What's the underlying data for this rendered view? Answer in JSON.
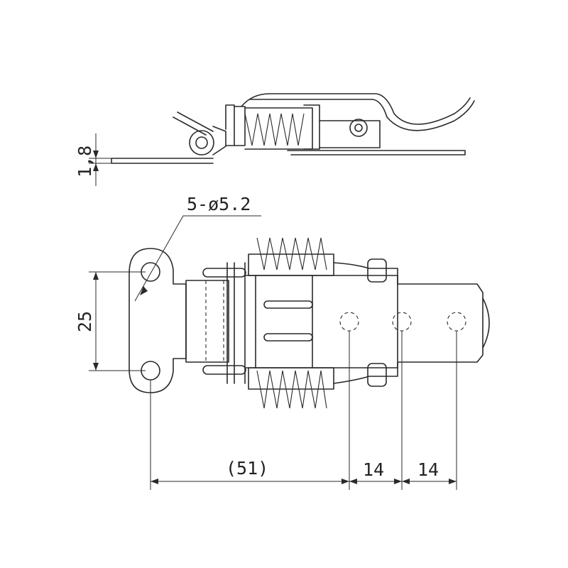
{
  "dimensions": {
    "thickness": "1,8",
    "holes": "5-ø5.2",
    "hole_spacing": "25",
    "base_length": "(51)",
    "pitch_1": "14",
    "pitch_2": "14"
  }
}
